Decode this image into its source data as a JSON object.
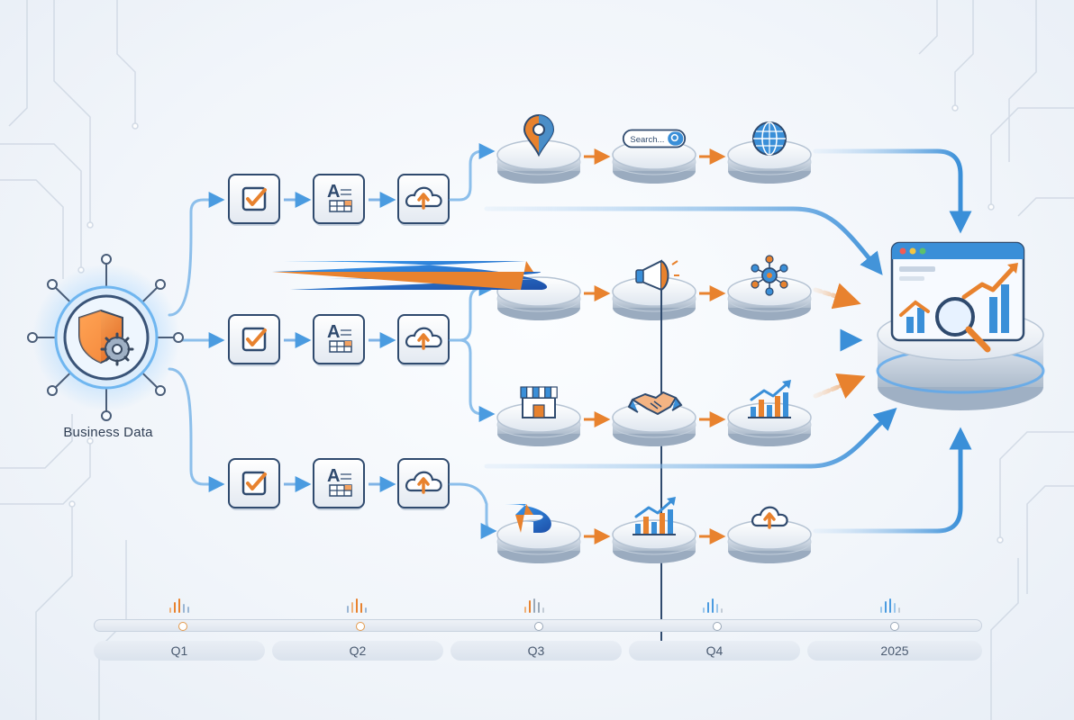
{
  "source": {
    "label": "Business Data"
  },
  "search_placeholder": "Search...",
  "timeline": {
    "periods": [
      "Q1",
      "Q2",
      "Q3",
      "Q4",
      "2025"
    ],
    "markers": [
      "orange",
      "orange",
      "gray",
      "gray",
      "gray"
    ]
  },
  "colors": {
    "accent_blue": "#3a8fd8",
    "accent_orange": "#e8822e",
    "line_blue": "#7fb3e6",
    "dark_blue": "#2a5d9c"
  },
  "lanes": [
    {
      "steps": [
        "checkbox-icon",
        "table-icon",
        "cloud-upload-icon"
      ]
    },
    {
      "steps": [
        "checkbox-icon",
        "table-icon",
        "cloud-upload-icon"
      ]
    },
    {
      "steps": [
        "checkbox-icon",
        "table-icon",
        "cloud-upload-icon"
      ]
    }
  ],
  "platforms": [
    {
      "icons": [
        "map-pin-icon",
        "search-bar-icon",
        "globe-icon"
      ]
    },
    {
      "icons": [
        "brand-d-icon",
        "megaphone-icon",
        "network-icon"
      ]
    },
    {
      "icons": [
        "storefront-icon",
        "handshake-icon",
        "growth-chart-icon"
      ]
    },
    {
      "icons": [
        "brand-d-icon",
        "growth-chart-icon",
        "cloud-upload-icon"
      ]
    }
  ],
  "destination": {
    "icon": "analytics-dashboard-icon"
  }
}
